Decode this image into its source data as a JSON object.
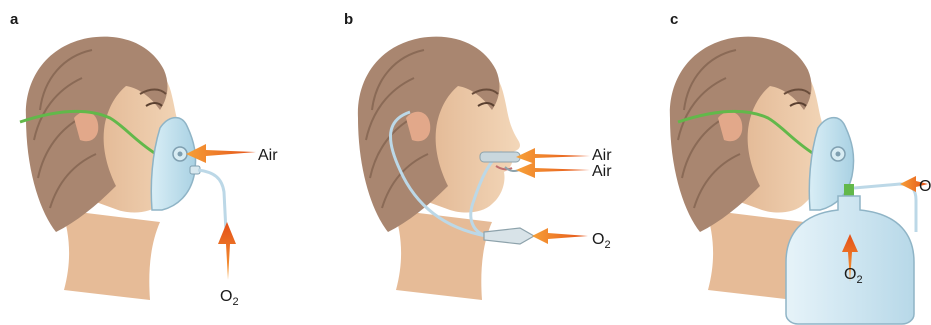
{
  "panels": [
    {
      "letter": "a",
      "labels": {
        "air": "Air",
        "oxygen_main": "O",
        "oxygen_sub": "2"
      }
    },
    {
      "letter": "b",
      "labels": {
        "air_1": "Air",
        "air_2": "Air",
        "oxygen_main": "O",
        "oxygen_sub": "2"
      }
    },
    {
      "letter": "c",
      "labels": {
        "oxygen_side": "O",
        "oxygen_bag_main": "O",
        "oxygen_bag_sub": "2"
      }
    }
  ],
  "colors": {
    "skin": "#efcfae",
    "skin_shadow": "#d9a985",
    "hair": "#a98670",
    "hair_dark": "#8a6a56",
    "strap": "#62b84a",
    "mask": "#c9e6f1",
    "mask_edge": "#8fb4c6",
    "tube": "#bcd8e7",
    "arrow": "#e34f17",
    "arrow_tip": "#f7a038"
  }
}
